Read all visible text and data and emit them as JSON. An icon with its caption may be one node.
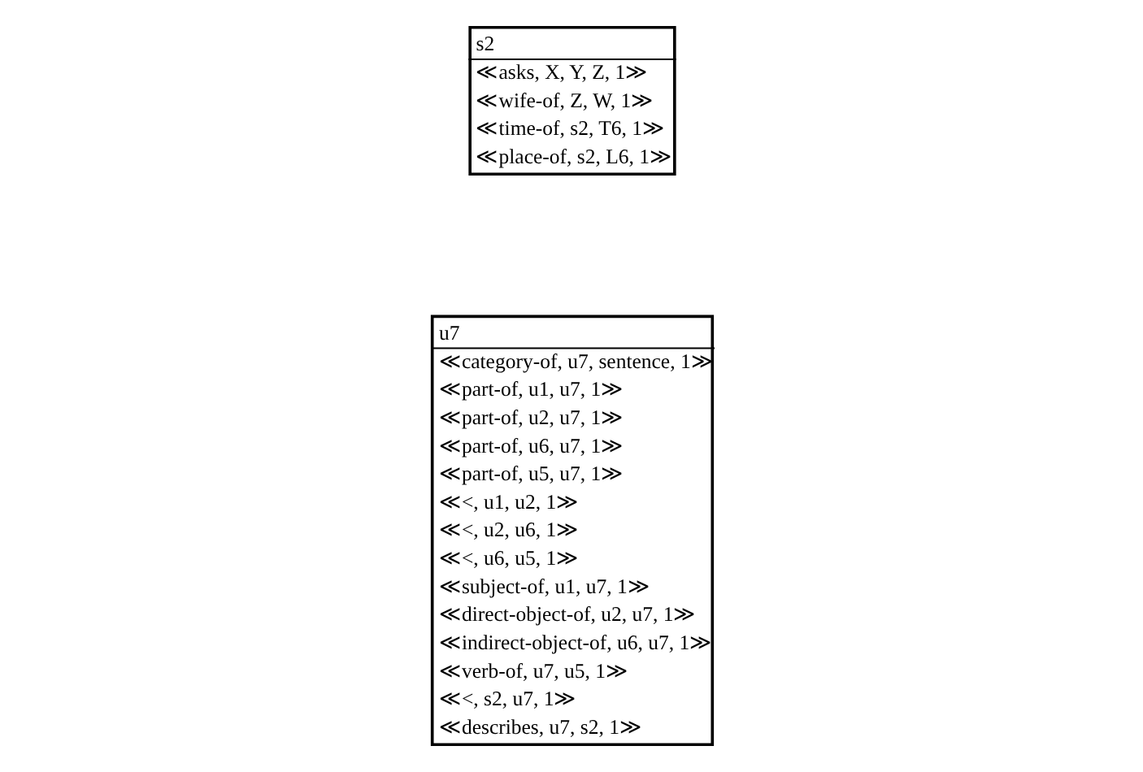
{
  "diagram": {
    "nodes": [
      {
        "text": [
          "u7",
          "≪category-of, u7, sentence, 1≫",
          "≪part-of, u1, u7, 1≫",
          "≪part-of, u2, u7, 1≫",
          "≪part-of, u6, u7, 1≫",
          "≪part-of, u5, u7, 1≫",
          "≪<, u1, u2, 1≫",
          "≪<, u2, u6, 1≫",
          "≪<, u6, u5, 1≫",
          "≪subject-of, u1, u7, 1≫",
          "≪direct-object-of, u2, u7, 1≫",
          "≪indirect-object-of, u6, u7, 1≫",
          "≪verb-of, u7, u5, 1≫",
          "≪<, s2, u7, 1≫",
          "≪describes, u7, s2, 1≫"
        ]
      },
      {
        "text": [
          "s2",
          "≪asks, X, Y, Z, 1≫",
          "≪wife-of, Z, W, 1≫",
          "≪time-of, s2, T6, 1≫",
          "≪place-of, s2, L6, 1≫"
        ]
      }
    ],
    "edges": []
  }
}
